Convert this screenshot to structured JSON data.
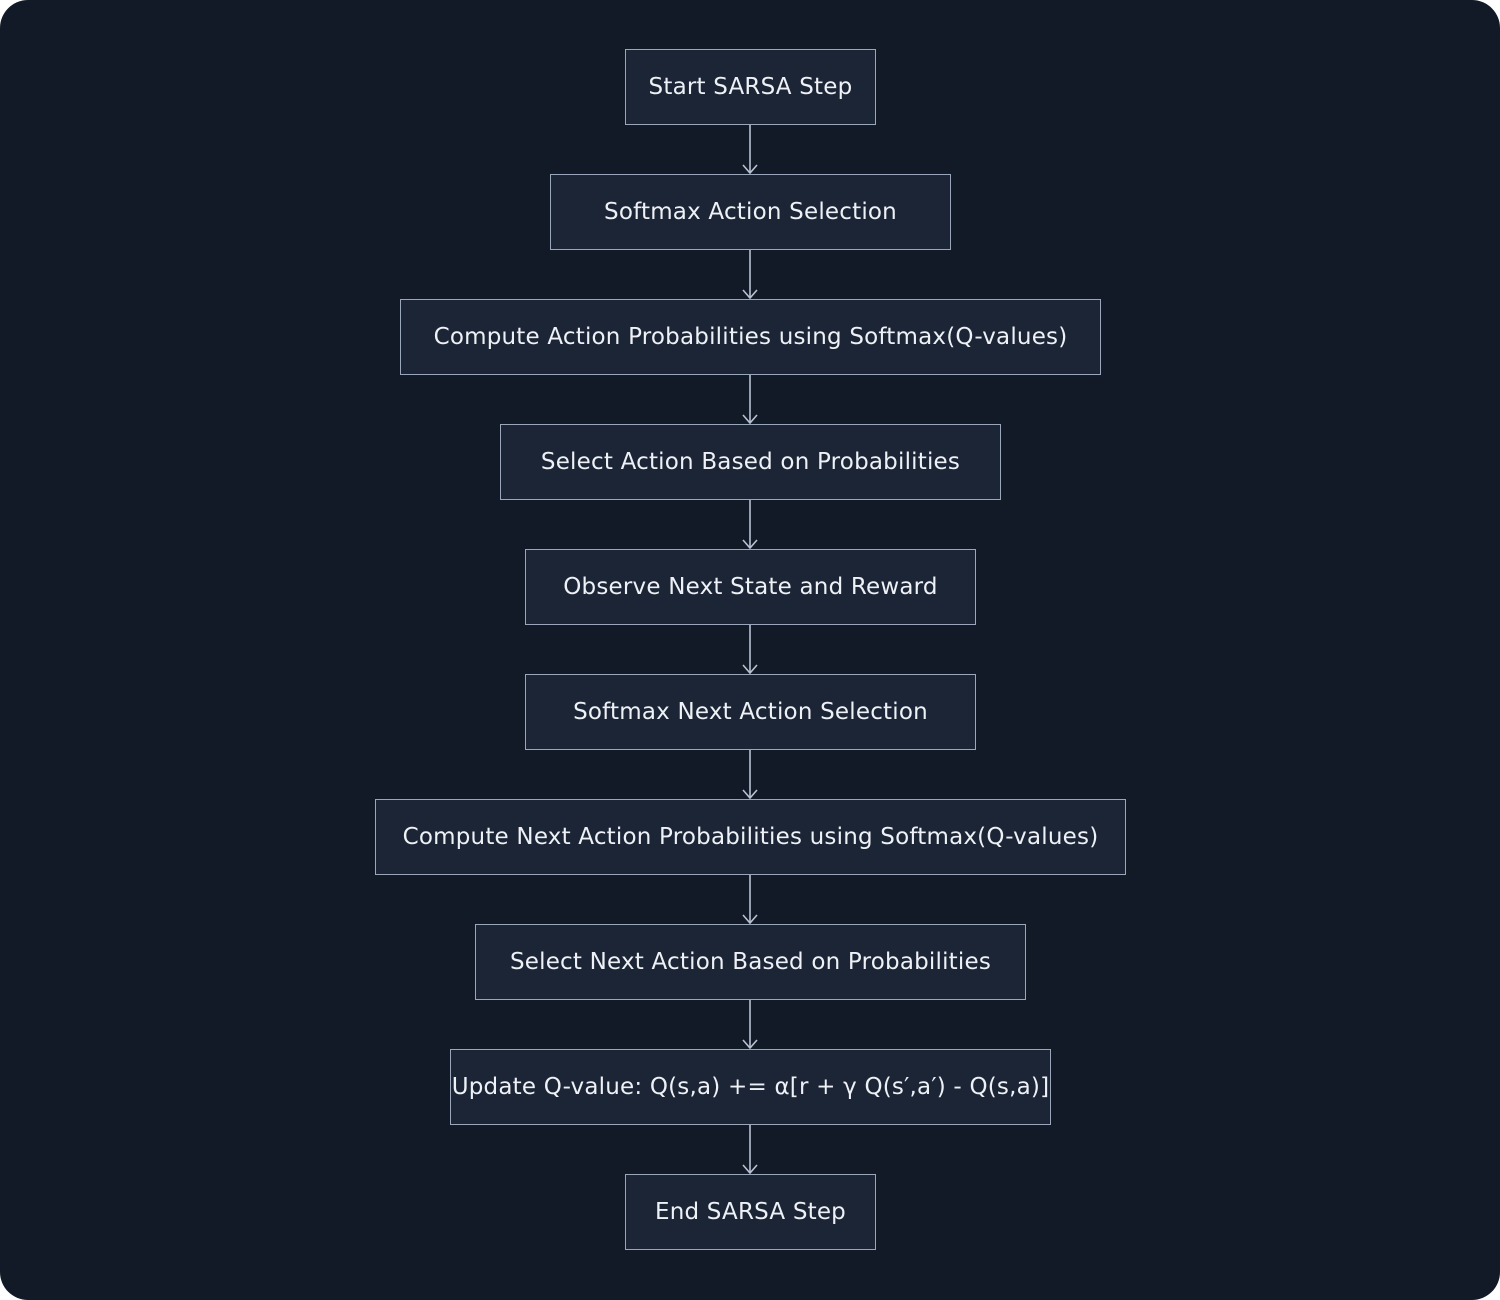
{
  "diagram": {
    "type": "flowchart",
    "direction": "top-to-bottom",
    "colors": {
      "background": "#121a28",
      "node_fill": "#1b2535",
      "node_border": "#9aa6ba",
      "text": "#eef1f6",
      "edge": "#b7c1d2"
    },
    "nodes": [
      {
        "id": "start",
        "label": "Start SARSA Step"
      },
      {
        "id": "softmax_select",
        "label": "Softmax Action Selection"
      },
      {
        "id": "compute_probs",
        "label": "Compute Action Probabilities using Softmax(Q-values)"
      },
      {
        "id": "select_action",
        "label": "Select Action Based on Probabilities"
      },
      {
        "id": "observe",
        "label": "Observe Next State and Reward"
      },
      {
        "id": "softmax_next",
        "label": "Softmax Next Action Selection"
      },
      {
        "id": "compute_next_probs",
        "label": "Compute Next Action Probabilities using Softmax(Q-values)"
      },
      {
        "id": "select_next",
        "label": "Select Next Action Based on Probabilities"
      },
      {
        "id": "update_q",
        "label": "Update Q-value: Q(s,a) += α[r + γ Q(s′,a′) - Q(s,a)]"
      },
      {
        "id": "end",
        "label": "End SARSA Step"
      }
    ],
    "edges": [
      {
        "from": "start",
        "to": "softmax_select"
      },
      {
        "from": "softmax_select",
        "to": "compute_probs"
      },
      {
        "from": "compute_probs",
        "to": "select_action"
      },
      {
        "from": "select_action",
        "to": "observe"
      },
      {
        "from": "observe",
        "to": "softmax_next"
      },
      {
        "from": "softmax_next",
        "to": "compute_next_probs"
      },
      {
        "from": "compute_next_probs",
        "to": "select_next"
      },
      {
        "from": "select_next",
        "to": "update_q"
      },
      {
        "from": "update_q",
        "to": "end"
      }
    ]
  }
}
